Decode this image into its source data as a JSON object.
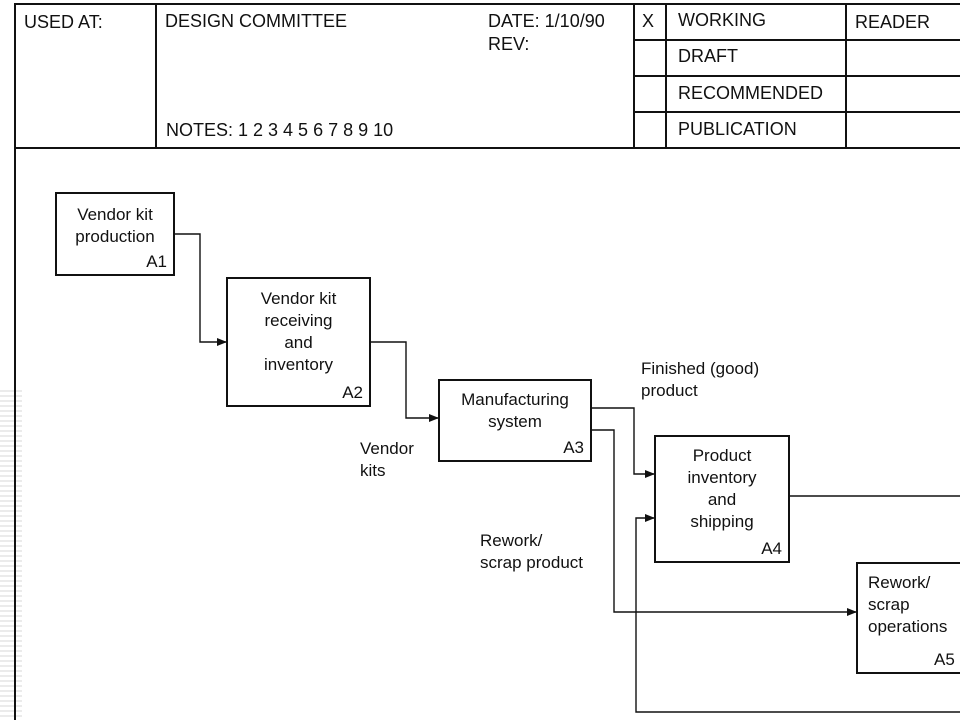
{
  "header": {
    "used_at_label": "USED AT:",
    "project": "DESIGN COMMITTEE",
    "date_label": "DATE: 1/10/90",
    "rev_label": "REV:",
    "notes_label": "NOTES: 1 2 3 4 5 6 7 8 9 10",
    "status_mark": "X",
    "statuses": [
      "WORKING",
      "DRAFT",
      "RECOMMENDED",
      "PUBLICATION"
    ],
    "reader_label": "READER"
  },
  "diagram": {
    "nodes": [
      {
        "label": "Vendor kit\nproduction",
        "id": "A1"
      },
      {
        "label": "Vendor kit\nreceiving\nand\ninventory",
        "id": "A2"
      },
      {
        "label": "Manufacturing\nsystem",
        "id": "A3"
      },
      {
        "label": "Product\ninventory\nand\nshipping",
        "id": "A4"
      },
      {
        "label": "Rework/\nscrap\noperations",
        "id": "A5"
      }
    ],
    "arrow_labels": {
      "vendor_kits": "Vendor\nkits",
      "finished_product": "Finished (good)\nproduct",
      "rework_scrap": "Rework/\nscrap product"
    }
  }
}
